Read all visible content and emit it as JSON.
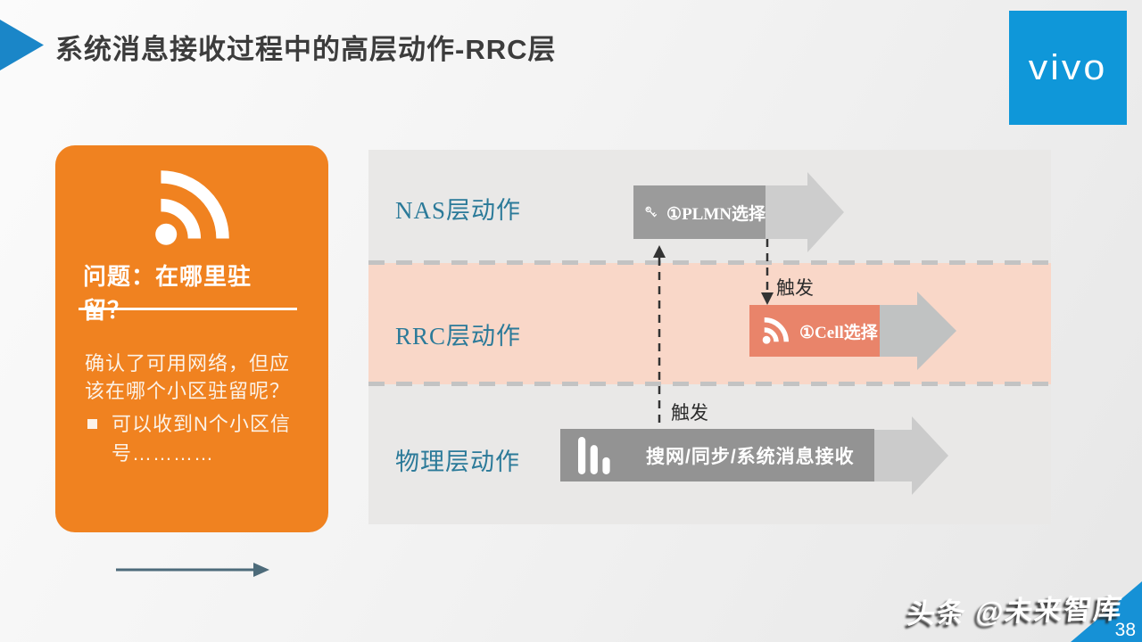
{
  "header": {
    "title": "系统消息接收过程中的高层动作-RRC层",
    "logo_text": "vivo"
  },
  "card": {
    "heading_line1": "问题：在哪里驻",
    "heading_line2": "留？",
    "body_line1": "确认了可用网络，但应",
    "body_line2": "该在哪个小区驻留呢？",
    "bullet_line1": "可以收到N个小区信",
    "bullet_line2": "号…………"
  },
  "diagram": {
    "rows": [
      {
        "label": "NAS层动作",
        "box_label": "①PLMN选择",
        "icon": "key-icon"
      },
      {
        "label": "RRC层动作",
        "box_label": "①Cell选择",
        "icon": "rss-icon"
      },
      {
        "label": "物理层动作",
        "box_label": "搜网/同步/系统消息接收",
        "icon": "bar-chart-icon"
      }
    ],
    "trigger_rrc": "触发",
    "trigger_phy": "触发"
  },
  "footer": {
    "watermark": "头条 @未来智库",
    "page_number": "38"
  },
  "colors": {
    "accent_orange": "#f08220",
    "band_pink": "#f9d7c8",
    "cell_box_orange": "#e9846a",
    "vivo_blue": "#0f97d9",
    "title_triangle_blue": "#1a86c8",
    "label_teal": "#2b7a99"
  }
}
